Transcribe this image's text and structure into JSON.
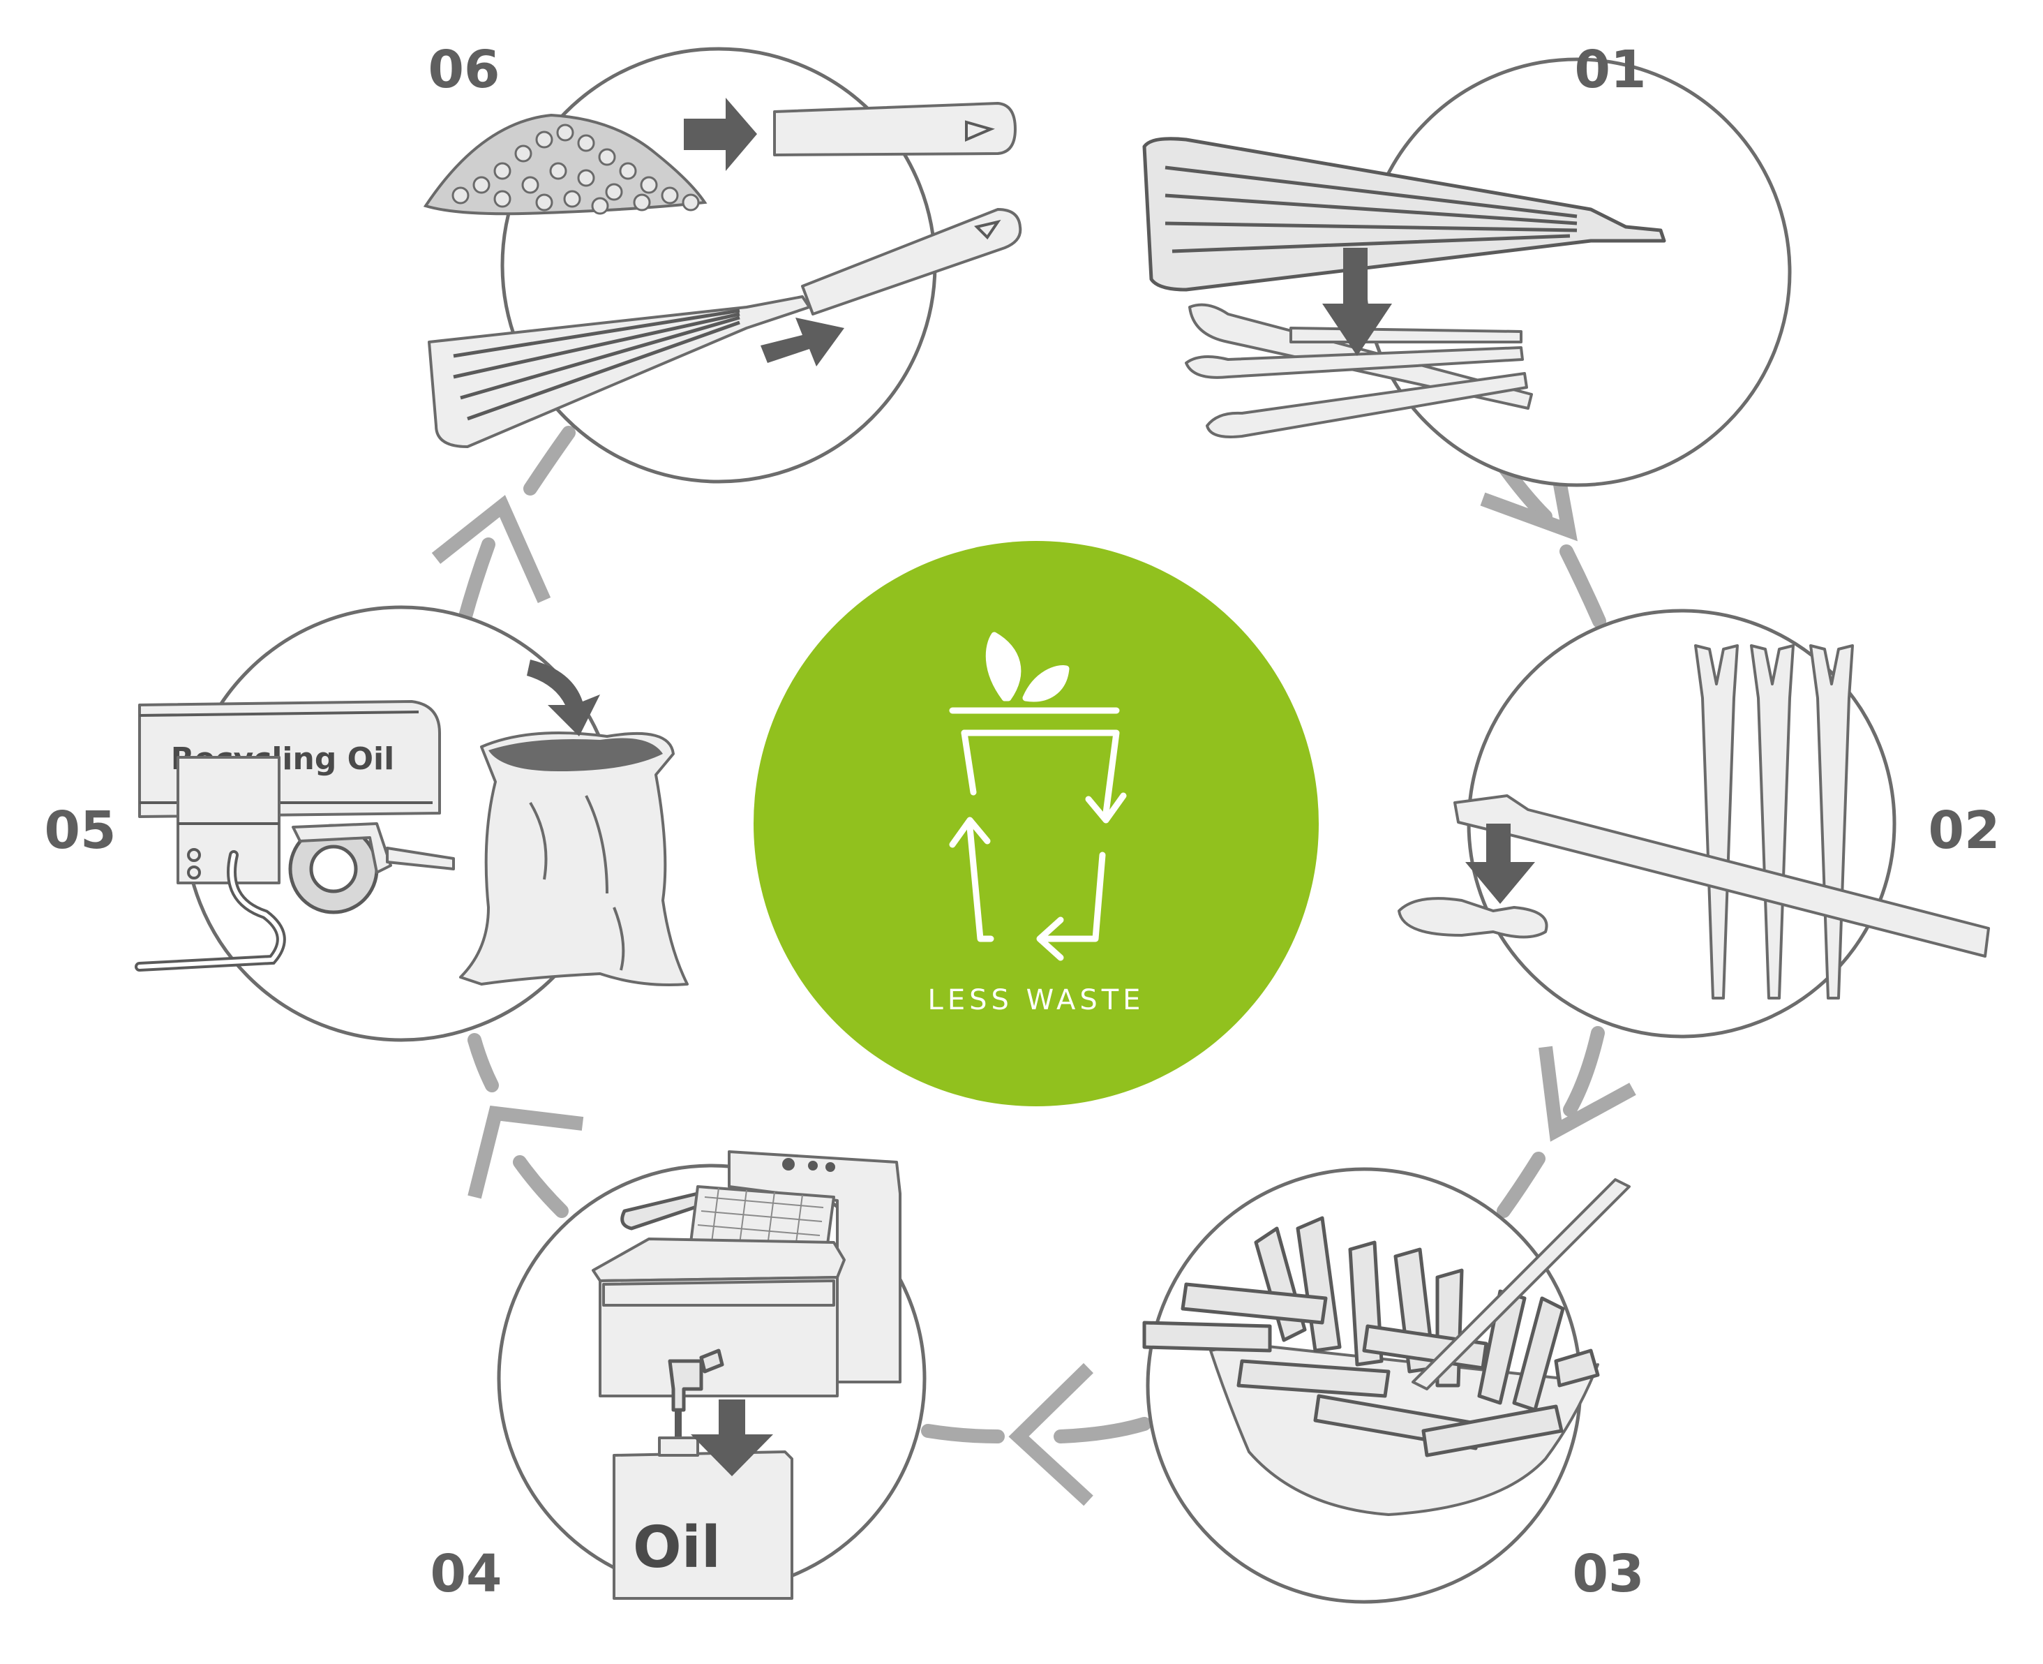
{
  "diagram": {
    "center": {
      "caption": "LESS WASTE",
      "fill_color": "#91c11e",
      "icon": "recycle-bin-with-leaves-icon"
    },
    "steps": [
      {
        "number": "01",
        "icon": "spatula-parts-icon"
      },
      {
        "number": "02",
        "icon": "wooden-forks-icon"
      },
      {
        "number": "03",
        "icon": "fries-tray-icon"
      },
      {
        "number": "04",
        "icon": "deep-fryer-oil-drain-icon"
      },
      {
        "number": "05",
        "icon": "recycling-oil-truck-icon",
        "label": "Recycling Oil"
      },
      {
        "number": "06",
        "icon": "pellets-to-spatula-icon"
      }
    ],
    "canister_label": "Oil",
    "flow_color": "#a9a9a9",
    "outline_color": "#6c6c6c"
  }
}
